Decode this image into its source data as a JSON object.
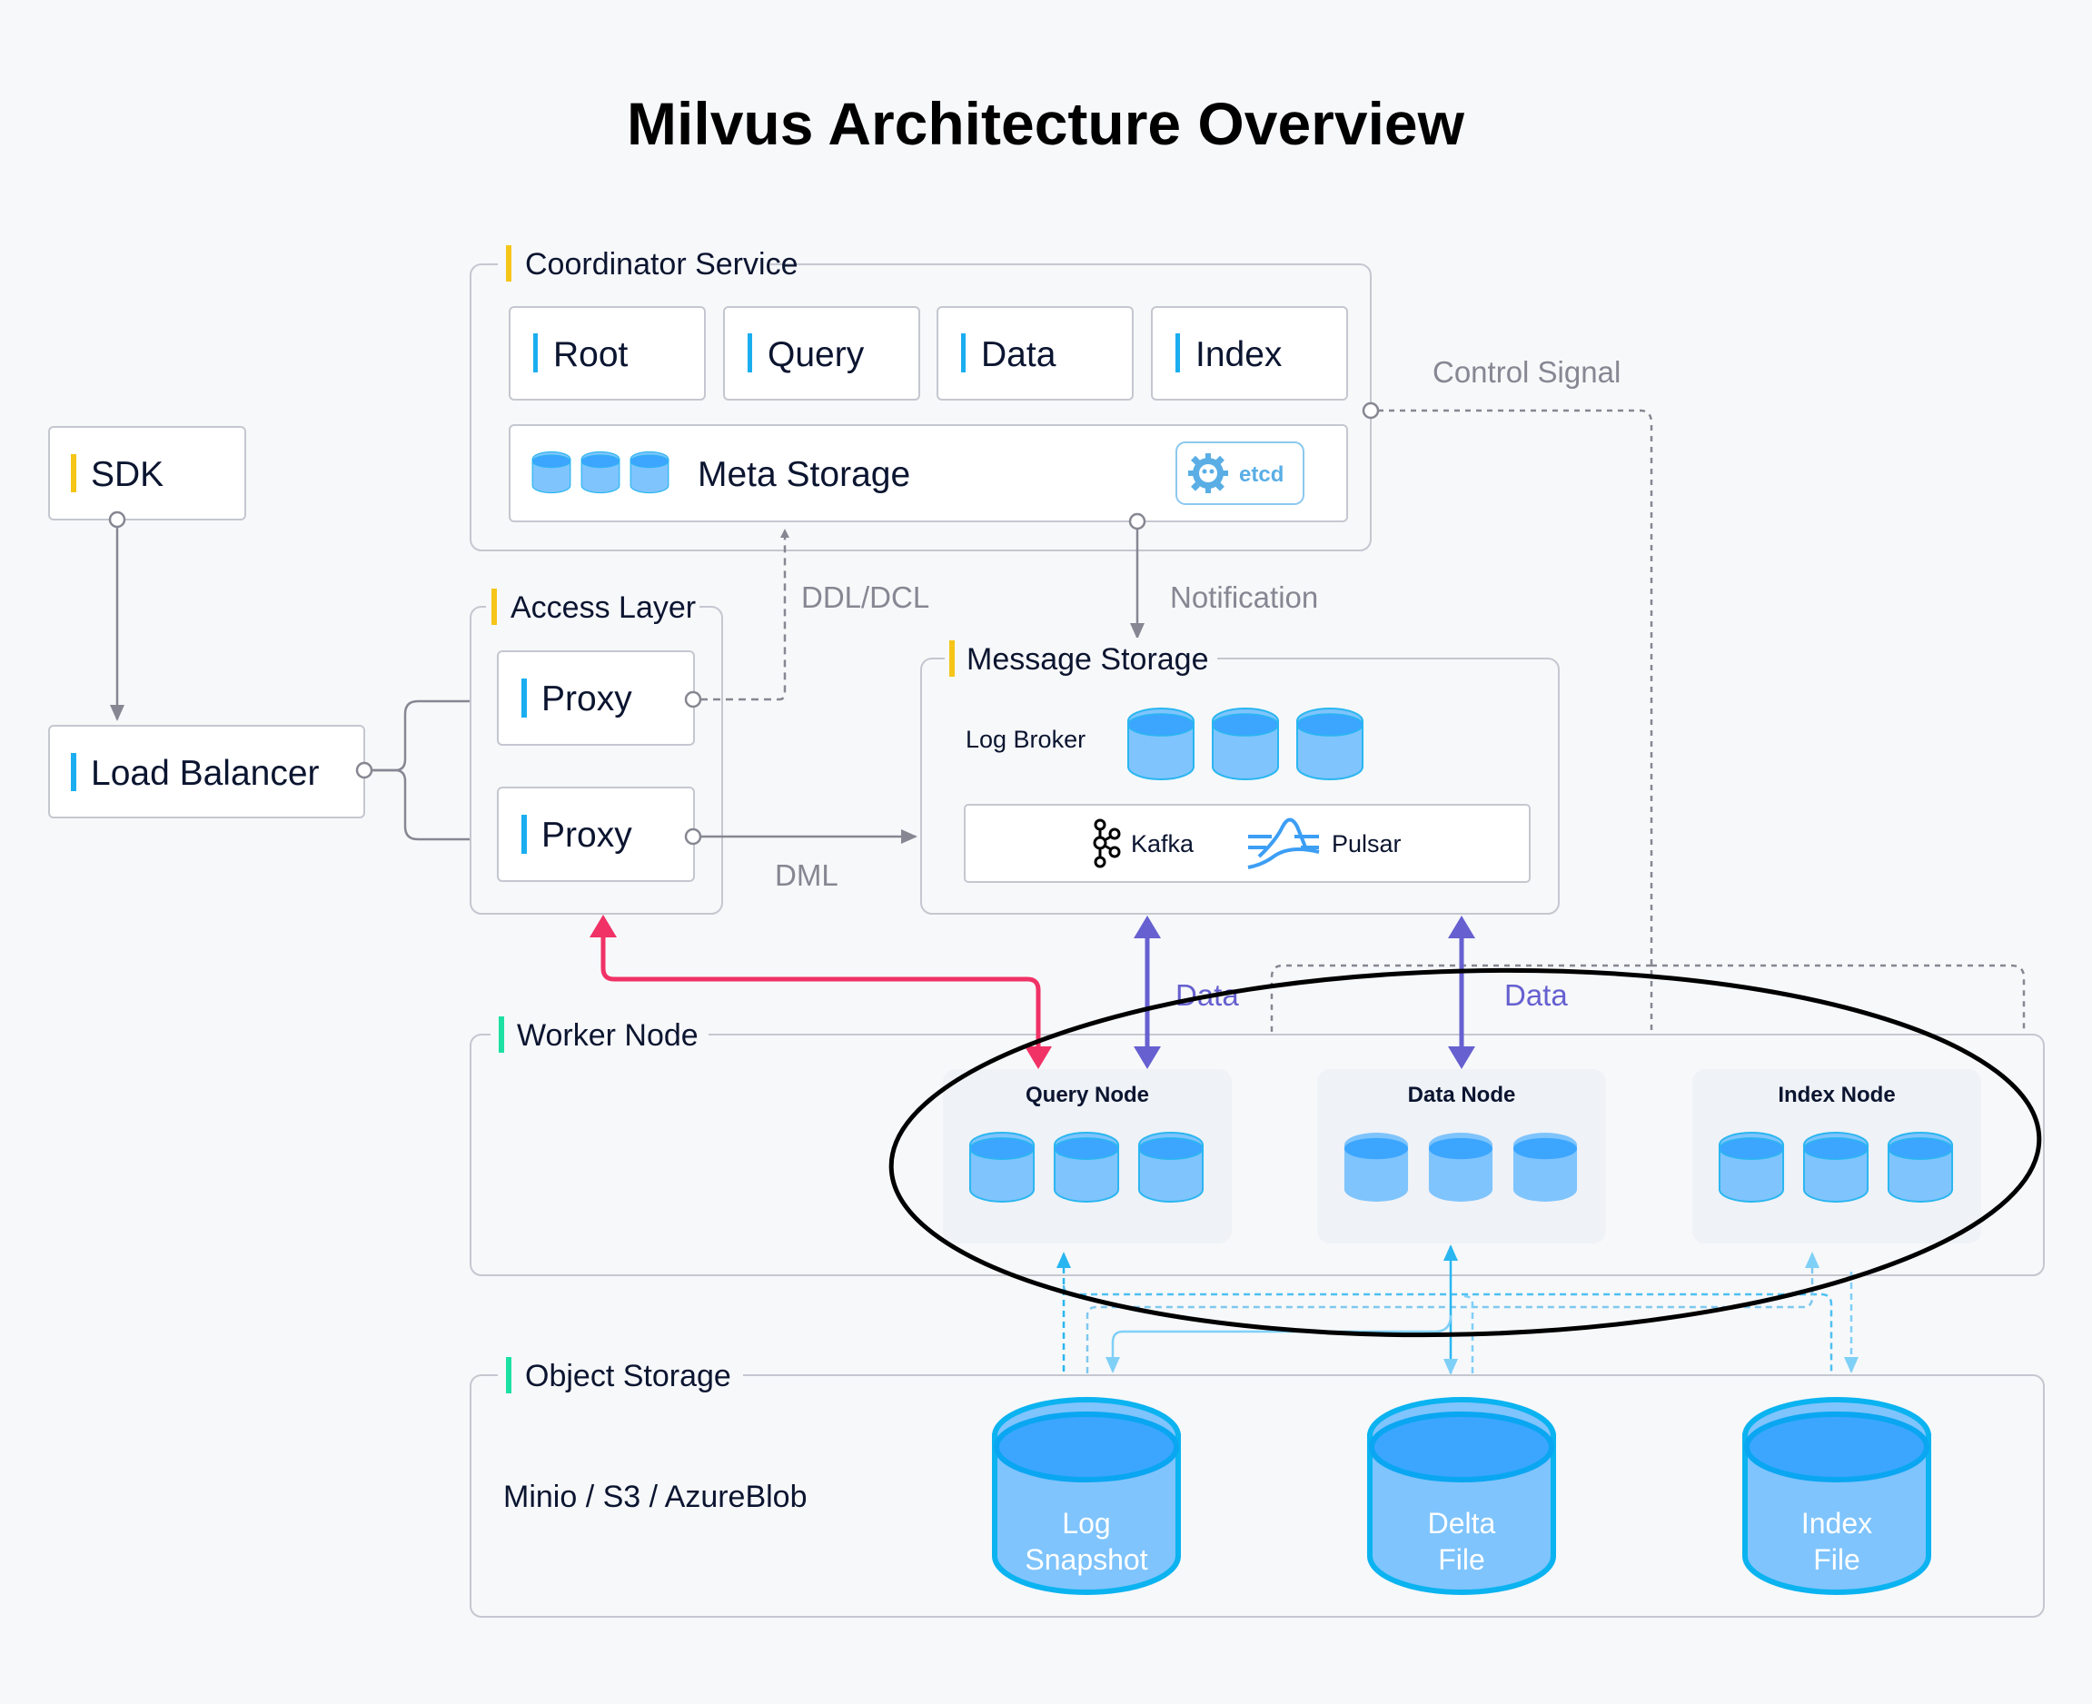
{
  "title": "Milvus Architecture Overview",
  "colors": {
    "background": "#f7f8fa",
    "layer_accent_yellow": "#f5c518",
    "layer_accent_green": "#1de0a3",
    "node_accent_blue": "#1aaef0",
    "edge_gray": "#868792",
    "data_purple": "#6660d0",
    "query_red": "#f03266",
    "storage_cyan": "#29b6f0",
    "cylinder_fill": "#7fc4fd",
    "cylinder_top": "#3ca6ff",
    "highlight_ellipse": "#000000"
  },
  "sdk": {
    "label": "SDK"
  },
  "load_balancer": {
    "label": "Load Balancer"
  },
  "coordinator_service": {
    "label": "Coordinator Service",
    "coordinators": [
      {
        "label": "Root"
      },
      {
        "label": "Query"
      },
      {
        "label": "Data"
      },
      {
        "label": "Index"
      }
    ],
    "meta_storage": {
      "label": "Meta Storage",
      "badge": "etcd",
      "badge_icon": "etcd-icon"
    }
  },
  "access_layer": {
    "label": "Access Layer",
    "proxies": [
      {
        "label": "Proxy"
      },
      {
        "label": "Proxy"
      }
    ]
  },
  "message_storage": {
    "label": "Message Storage",
    "log_broker_label": "Log Broker",
    "brokers": [
      {
        "label": "Kafka",
        "icon": "kafka-icon"
      },
      {
        "label": "Pulsar",
        "icon": "pulsar-icon"
      }
    ]
  },
  "worker_node": {
    "label": "Worker Node",
    "nodes": [
      {
        "label": "Query Node"
      },
      {
        "label": "Data Node"
      },
      {
        "label": "Index Node"
      }
    ]
  },
  "object_storage": {
    "label": "Object Storage",
    "providers_label": "Minio / S3 / AzureBlob",
    "files": [
      {
        "line1": "Log",
        "line2": "Snapshot"
      },
      {
        "line1": "Delta",
        "line2": "File"
      },
      {
        "line1": "Index",
        "line2": "File"
      }
    ]
  },
  "edges": {
    "ddl_dcl": "DDL/DCL",
    "dml": "DML",
    "notification": "Notification",
    "control_signal": "Control Signal",
    "data_left": "Data",
    "data_right": "Data"
  }
}
